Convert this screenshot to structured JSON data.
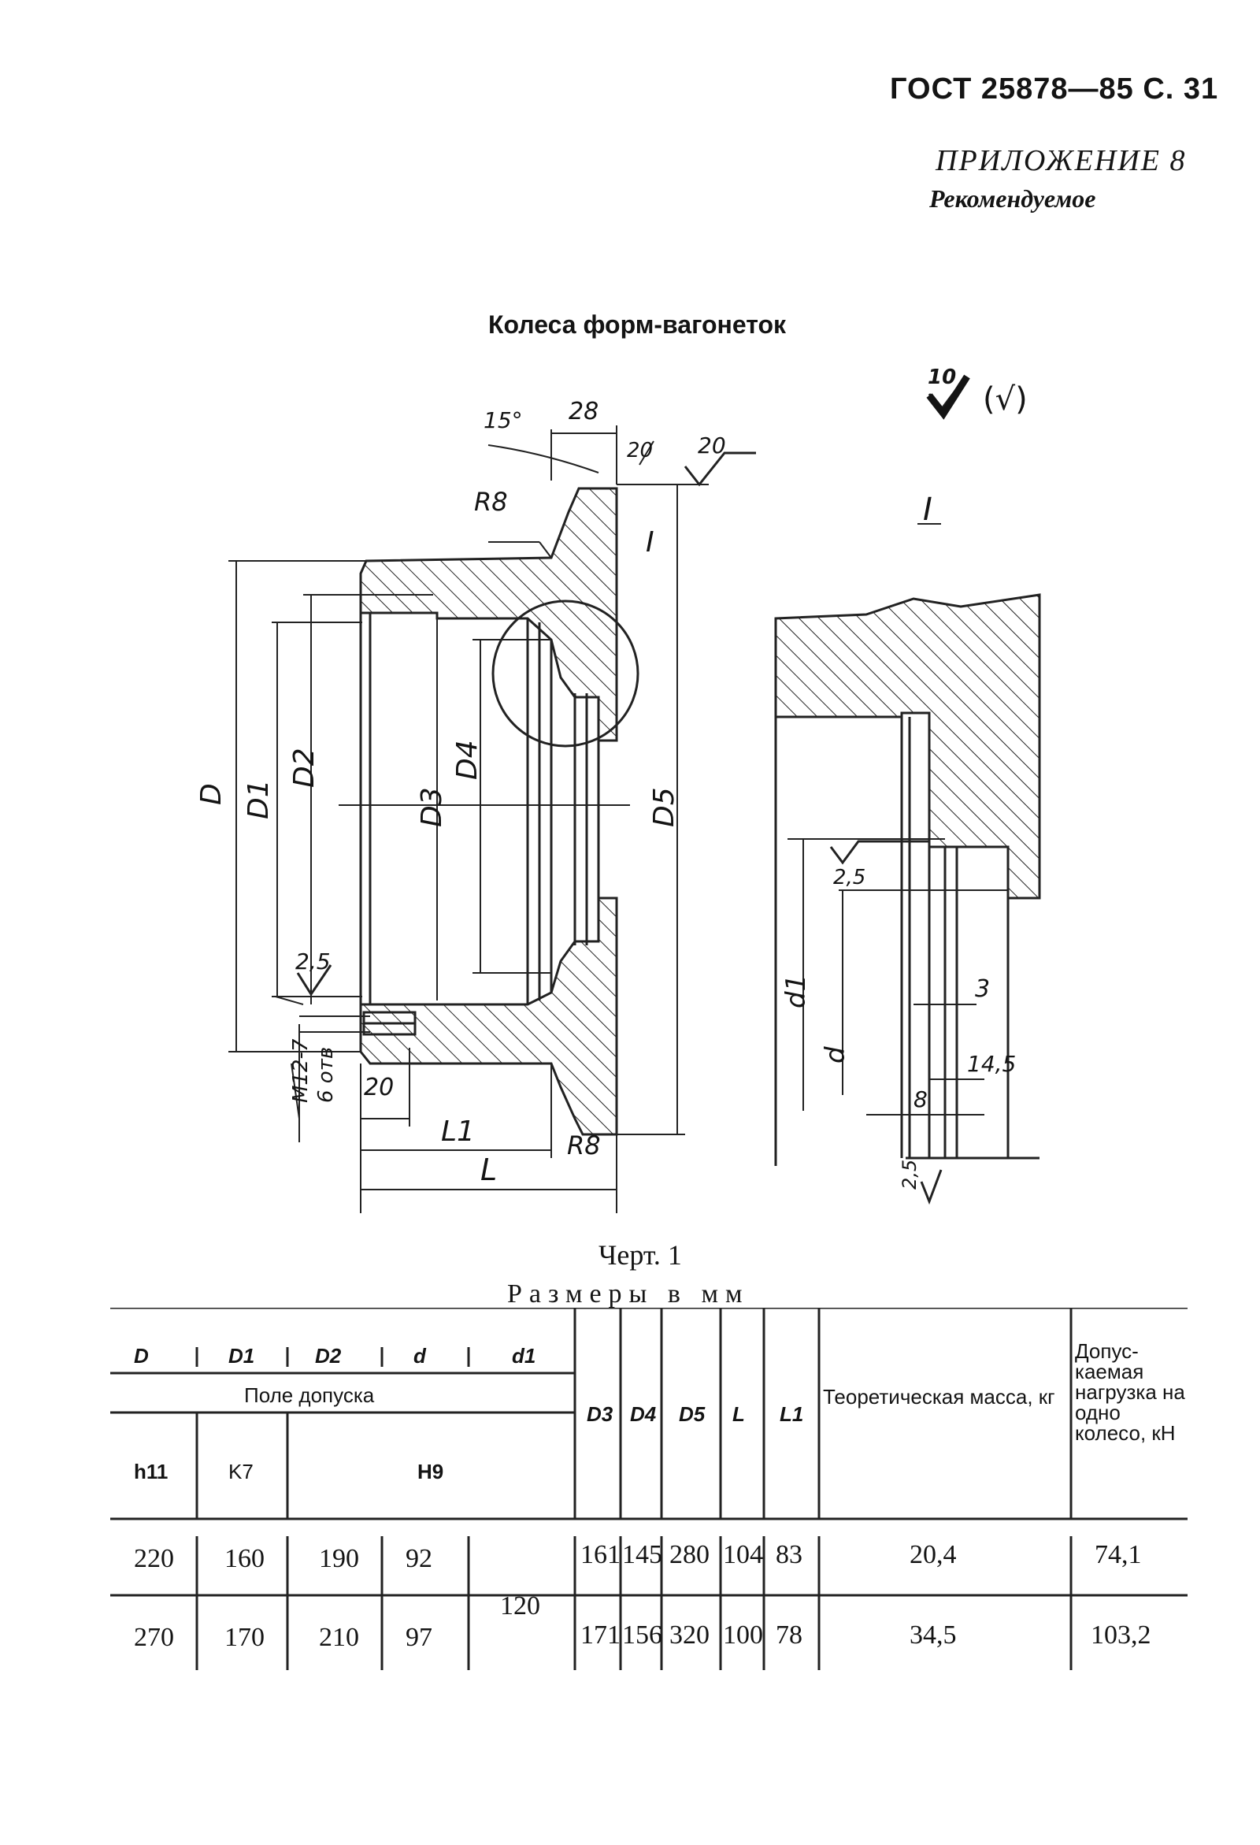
{
  "header": {
    "doc_ref": "ГОСТ 25878—85 С. 31",
    "appendix": "ПРИЛОЖЕНИЕ 8",
    "status": "Рекомендуемое"
  },
  "title": "Колеса форм-вагонеток",
  "drawing": {
    "roughness_main": "10",
    "roughness_other": "(√)",
    "view_label": "I",
    "dims": {
      "angle": "15°",
      "top_width": "28",
      "rough_top": "20",
      "rough_right": "20",
      "radius_top": "R8",
      "radius_bottom": "R8",
      "circle_label": "I",
      "D": "D",
      "D1": "D1",
      "D2": "D2",
      "D3": "D3",
      "D4": "D4",
      "D5": "D5",
      "rough_left": "2,5",
      "hole_thread": "M12-7",
      "hole_count": "6 отв",
      "hole_dist": "20",
      "L1": "L1",
      "L": "L",
      "detail_rough": "2,5",
      "detail_rough_bottom": "2,5",
      "d1": "d1",
      "d": "d",
      "detail_3": "3",
      "detail_14_5": "14,5",
      "detail_8": "8"
    }
  },
  "caption": "Черт. 1",
  "table_title": "Размеры в мм",
  "table": {
    "headers": {
      "D": "D",
      "D1": "D1",
      "D2": "D2",
      "d": "d",
      "d1": "d1",
      "tolerance_field": "Поле допуска",
      "tol_h11": "h11",
      "tol_K7": "K7",
      "tol_H9": "H9",
      "D3": "D3",
      "D4": "D4",
      "D5": "D5",
      "L": "L",
      "L1": "L1",
      "mass": "Теоретическая масса, кг",
      "load": "Допус-каемая нагрузка на одно колесо, кН"
    },
    "rows": [
      {
        "D": "220",
        "D1": "160",
        "D2": "190",
        "d": "92",
        "D3": "161",
        "D4": "145",
        "D5": "280",
        "L": "104",
        "L1": "83",
        "mass": "20,4",
        "load": "74,1"
      },
      {
        "D": "270",
        "D1": "170",
        "D2": "210",
        "d": "97",
        "D3": "171",
        "D4": "156",
        "D5": "320",
        "L": "100",
        "L1": "78",
        "mass": "34,5",
        "load": "103,2"
      }
    ],
    "d1_shared": "120"
  }
}
